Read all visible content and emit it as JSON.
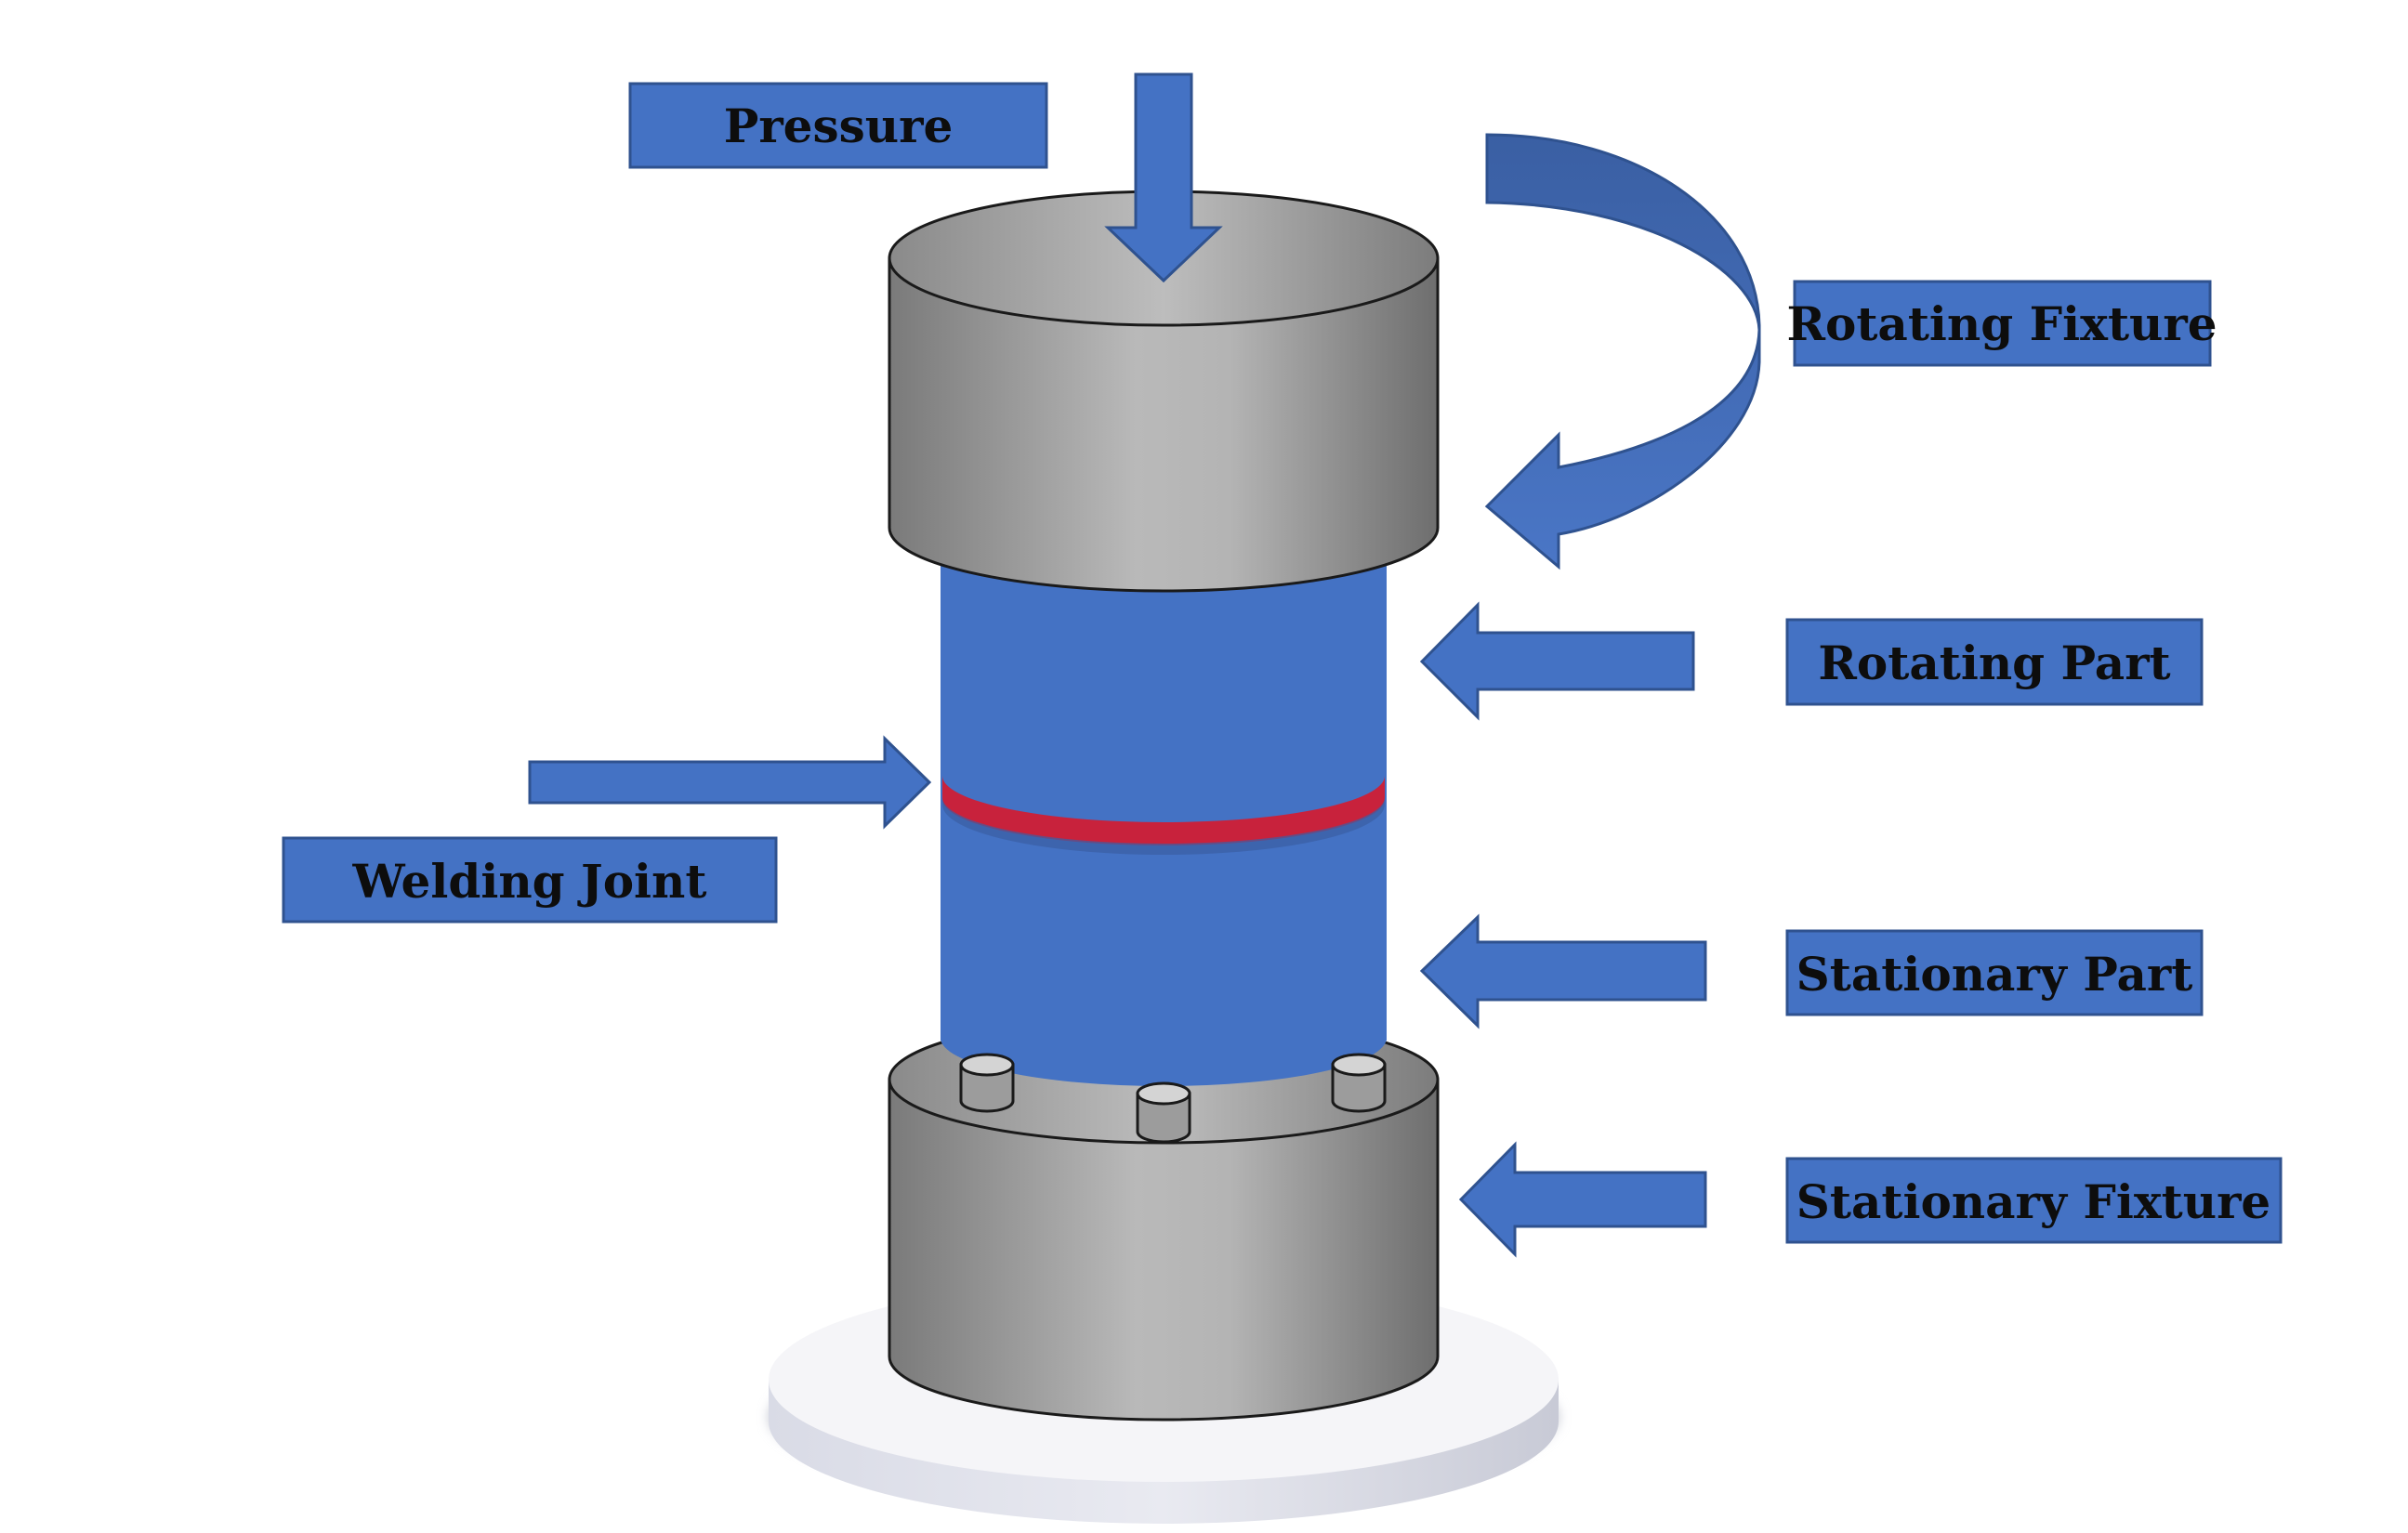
{
  "labels": {
    "pressure": "Pressure",
    "rotating_fixture": "Rotating Fixture",
    "rotating_part": "Rotating Part",
    "welding_joint": "Welding Joint",
    "stationary_part": "Stationary Part",
    "stationary_fixture": "Stationary Fixture"
  },
  "colors": {
    "label_box": "#4472c4",
    "arrow": "#4472c4",
    "workpiece": "#4472c4",
    "weld": "#c8223c",
    "fixture_metal": "#a6a6a6",
    "platform": "#f2f2f6"
  }
}
